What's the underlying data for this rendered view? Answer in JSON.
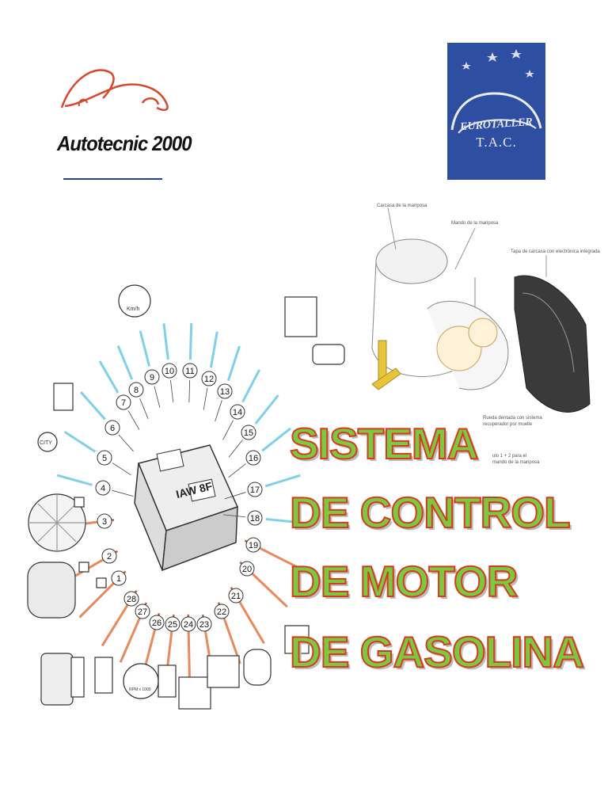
{
  "header": {
    "left_logo": {
      "name": "Autotecnic 2000"
    },
    "right_logo": {
      "name": "EUROTALLER",
      "sub": "T.A.C."
    }
  },
  "throttle_labels": [
    "Carcasa de la mariposa",
    "Mando de la mariposa",
    "Tapa de carcasa con electrónica integrada",
    "Rueda dentada con sistema",
    "recuperador por muelle",
    "ulo 1 + 2 para el",
    "mando de la mariposa"
  ],
  "title": {
    "lines": [
      "SISTEMA",
      "DE CONTROL",
      "DE MOTOR",
      "DE GASOLINA"
    ],
    "fill_color": "#7ac943",
    "outline_color": "#d93a1d"
  },
  "diagram": {
    "ecu_label": "IAW 8F",
    "city_label": "CITY",
    "gauge_label": "Km/h",
    "rpm_label": "RPM x 1000",
    "callouts": [
      {
        "n": "1",
        "arrow": "orange"
      },
      {
        "n": "2",
        "arrow": "orange"
      },
      {
        "n": "3",
        "arrow": "orange"
      },
      {
        "n": "4",
        "arrow": "blue"
      },
      {
        "n": "5",
        "arrow": "blue"
      },
      {
        "n": "6",
        "arrow": "blue"
      },
      {
        "n": "7",
        "arrow": "blue"
      },
      {
        "n": "8",
        "arrow": "blue"
      },
      {
        "n": "9",
        "arrow": "blue"
      },
      {
        "n": "10",
        "arrow": "blue"
      },
      {
        "n": "11",
        "arrow": "blue"
      },
      {
        "n": "12",
        "arrow": "blue"
      },
      {
        "n": "13",
        "arrow": "blue"
      },
      {
        "n": "14",
        "arrow": "blue"
      },
      {
        "n": "15",
        "arrow": "blue"
      },
      {
        "n": "16",
        "arrow": "blue"
      },
      {
        "n": "17",
        "arrow": "blue"
      },
      {
        "n": "18",
        "arrow": "blue"
      },
      {
        "n": "19",
        "arrow": "orange"
      },
      {
        "n": "20",
        "arrow": "orange"
      },
      {
        "n": "21",
        "arrow": "orange"
      },
      {
        "n": "22",
        "arrow": "orange"
      },
      {
        "n": "23",
        "arrow": "orange"
      },
      {
        "n": "24",
        "arrow": "orange"
      },
      {
        "n": "25",
        "arrow": "orange"
      },
      {
        "n": "26",
        "arrow": "orange"
      },
      {
        "n": "27",
        "arrow": "orange"
      },
      {
        "n": "28",
        "arrow": "orange"
      }
    ],
    "arrow_colors": {
      "blue": "#7fd0e8",
      "orange": "#e88a5e"
    }
  }
}
